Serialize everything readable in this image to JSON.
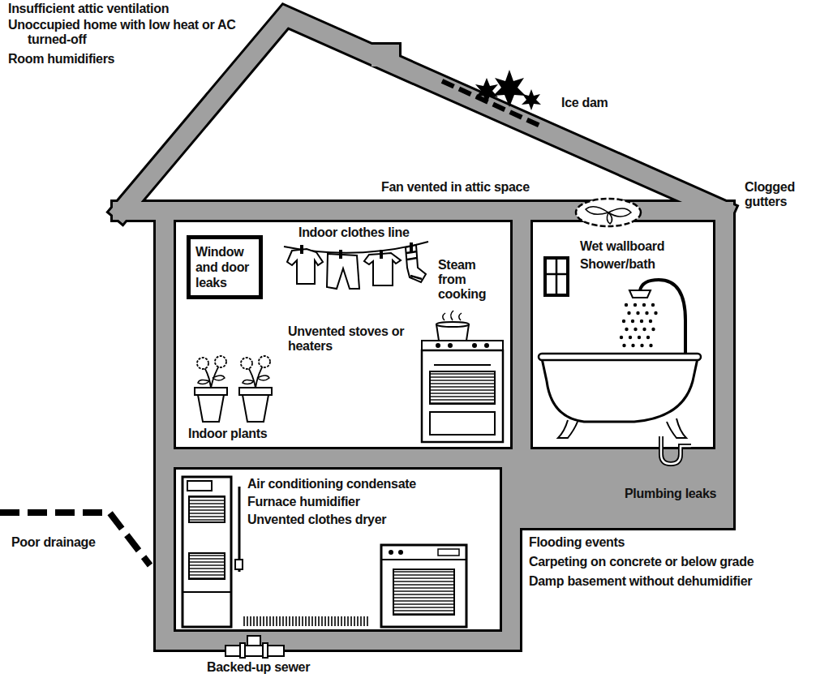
{
  "diagram": {
    "nodes": [
      {
        "text": [
          "Window and door leaks"
        ]
      }
    ],
    "labels": [
      "Insufficient attic ventilation",
      "Unoccupied home with low heat or AC turned-off",
      "Room humidifiers",
      "Ice dam",
      "Clogged gutters",
      "Fan vented in attic space",
      "Indoor clothes line",
      "Wet wallboard",
      "Shower/bath",
      "Steam from cooking",
      "Unvented stoves or heaters",
      "Indoor plants",
      "Poor drainage",
      "Air conditioning condensate",
      "Furnace humidifier",
      "Unvented clothes dryer",
      "Plumbing leaks",
      "Flooding events",
      "Carpeting on concrete or below grade",
      "Damp basement without dehumidifier",
      "Backed-up sewer"
    ]
  }
}
